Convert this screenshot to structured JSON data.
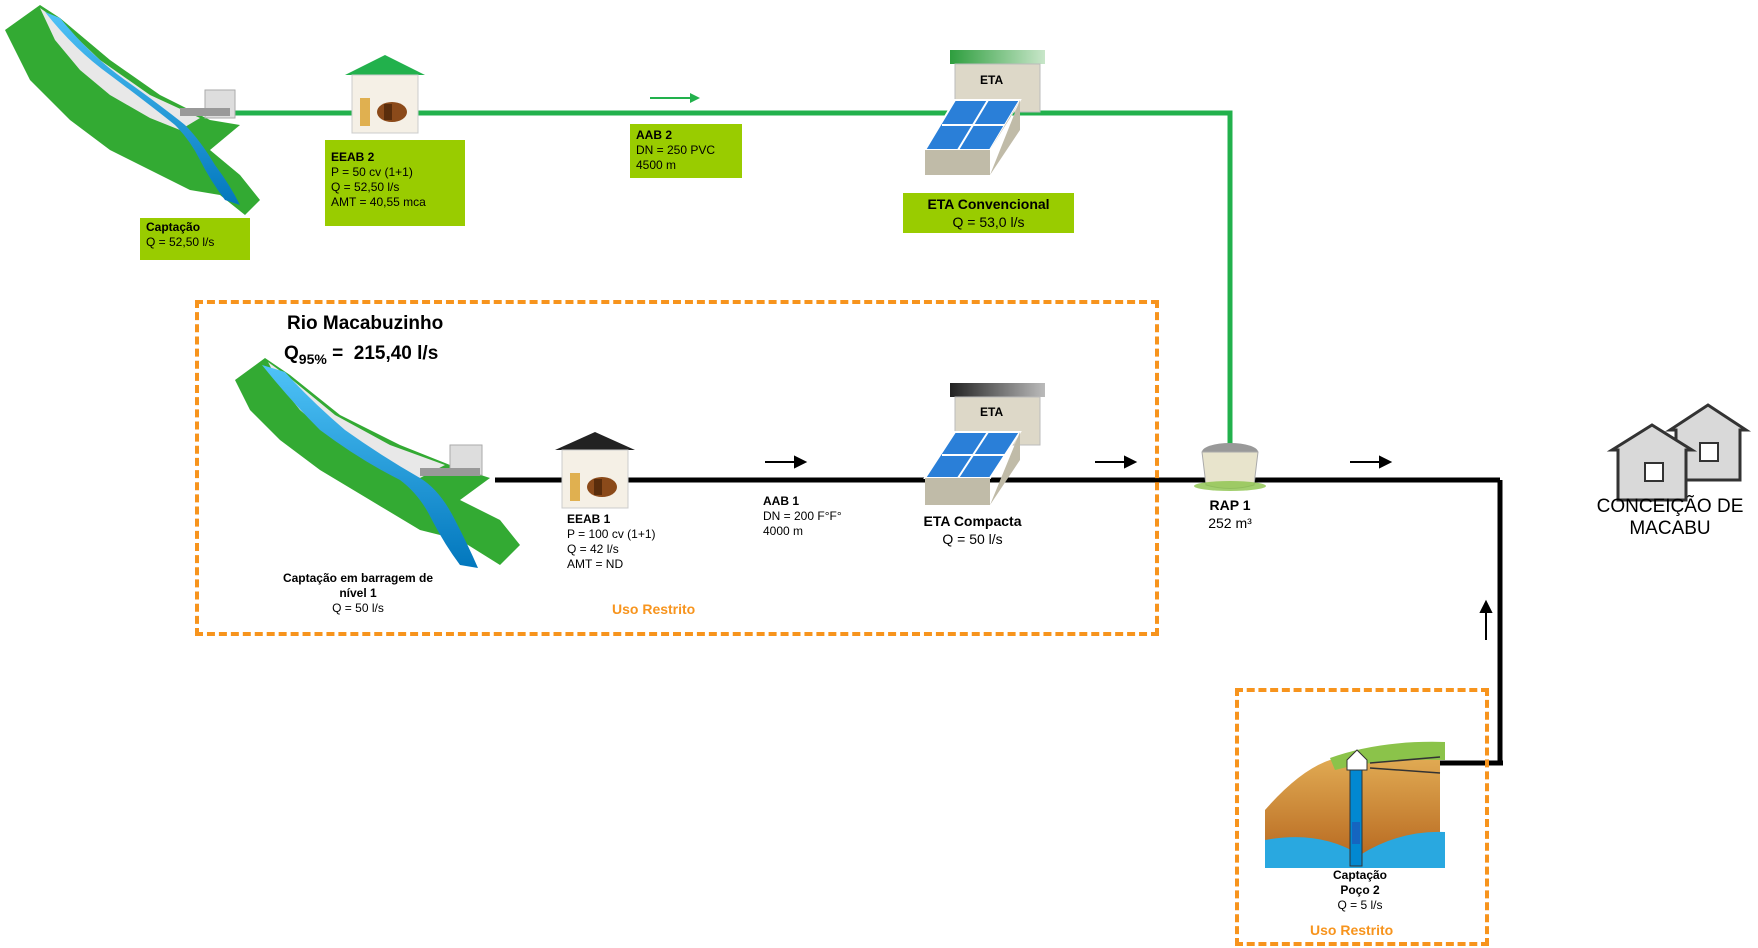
{
  "top_branch": {
    "captacao": {
      "title": "Captação",
      "flow": "Q = 52,50 l/s"
    },
    "eeab2": {
      "title": "EEAB 2",
      "lines": [
        "P = 50 cv (1+1)",
        "Q = 52,50 l/s",
        "AMT = 40,55 mca"
      ]
    },
    "aab2": {
      "title": "AAB 2",
      "lines": [
        "DN = 250 PVC",
        "4500 m"
      ]
    },
    "eta": {
      "roof_label": "ETA",
      "title": "ETA Convencional",
      "flow": "Q = 53,0 l/s"
    }
  },
  "middle_branch": {
    "river": {
      "name": "Rio Macabuzinho",
      "q_symbol": "Q",
      "q_sub": "95%",
      "q_value": "=  215,40 l/s"
    },
    "captacao": {
      "title": "Captação em barragem de",
      "title2": "nível 1",
      "flow": "Q = 50 l/s"
    },
    "eeab1": {
      "title": "EEAB 1",
      "lines": [
        "P = 100 cv (1+1)",
        "Q = 42 l/s",
        "AMT = ND"
      ]
    },
    "aab1": {
      "title": "AAB 1",
      "lines": [
        "DN = 200 F°F°",
        "4000 m"
      ]
    },
    "eta": {
      "roof_label": "ETA",
      "title": "ETA Compacta",
      "flow": "Q = 50 l/s"
    },
    "restricted_label": "Uso Restrito"
  },
  "reservoir": {
    "title": "RAP 1",
    "volume": "252 m³"
  },
  "destination": {
    "line1": "CONCEIÇÃO DE",
    "line2": "MACABU"
  },
  "well": {
    "title": "Captação",
    "title2": "Poço 2",
    "flow": "Q = 5 l/s",
    "restricted_label": "Uso Restrito"
  },
  "colors": {
    "green_pipe": "#22b14c",
    "label_green": "#99cc00",
    "restricted": "#f7941d",
    "black_pipe": "#000000"
  }
}
